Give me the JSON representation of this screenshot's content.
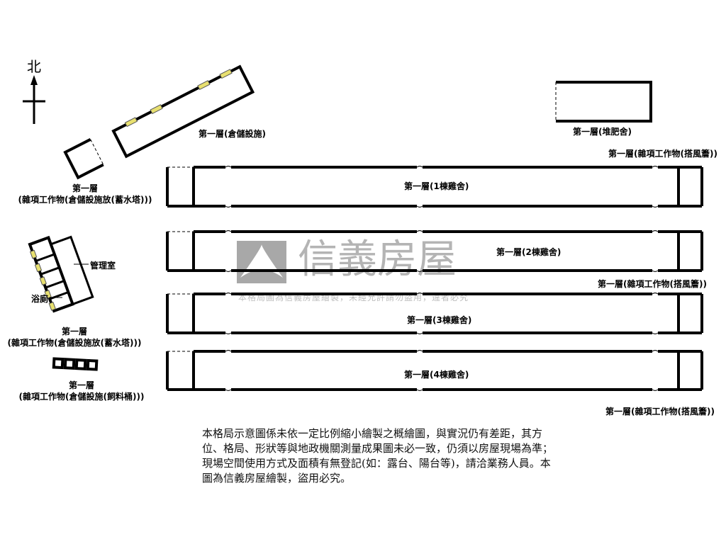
{
  "compass": {
    "north": "北"
  },
  "labels": {
    "storage": "第一層(倉儲設施)",
    "compost": "第一層(堆肥舍)",
    "water_tower_1_floor": "第一層",
    "water_tower_1_desc": "(雜項工作物(倉儲設施放(蓄水塔)))",
    "management": "管理室",
    "bathroom": "浴廁",
    "water_tower_2_floor": "第一層",
    "water_tower_2_desc": "(雜項工作物(倉儲設施放(蓄水塔)))",
    "feed_floor": "第一層",
    "feed_desc": "(雜項工作物(倉儲設施(飼料桶)))",
    "canopy_1": "第一層(雜項工作物(搭風簷))",
    "canopy_2": "第一層(雜項工作物(搭風簷))",
    "canopy_3": "第一層(雜項工作物(搭風簷))",
    "coop_1": "第一層(1棟雞舍)",
    "coop_2": "第一層(2棟雞舍)",
    "coop_3": "第一層(3棟雞舍)",
    "coop_4": "第一層(4棟雞舍)"
  },
  "watermark": {
    "brand": "信義房屋",
    "notice": "本格局圖為信義房屋繪製，未經允許請勿盜用，違者必究"
  },
  "disclaimer": "本格局示意圖係未依一定比例縮小繪製之概繪圖，與實況仍有差距，其方位、格局、形狀等與地政機關測量成果圖未必一致，仍須以房屋現場為準；現場空間使用方式及面積有無登記(如：露台、陽台等)，請洽業務人員。本圖為信義房屋繪製，盜用必究。",
  "colors": {
    "wall": "#000000",
    "window": "#e8e070",
    "watermark": "#a8a8a8"
  }
}
